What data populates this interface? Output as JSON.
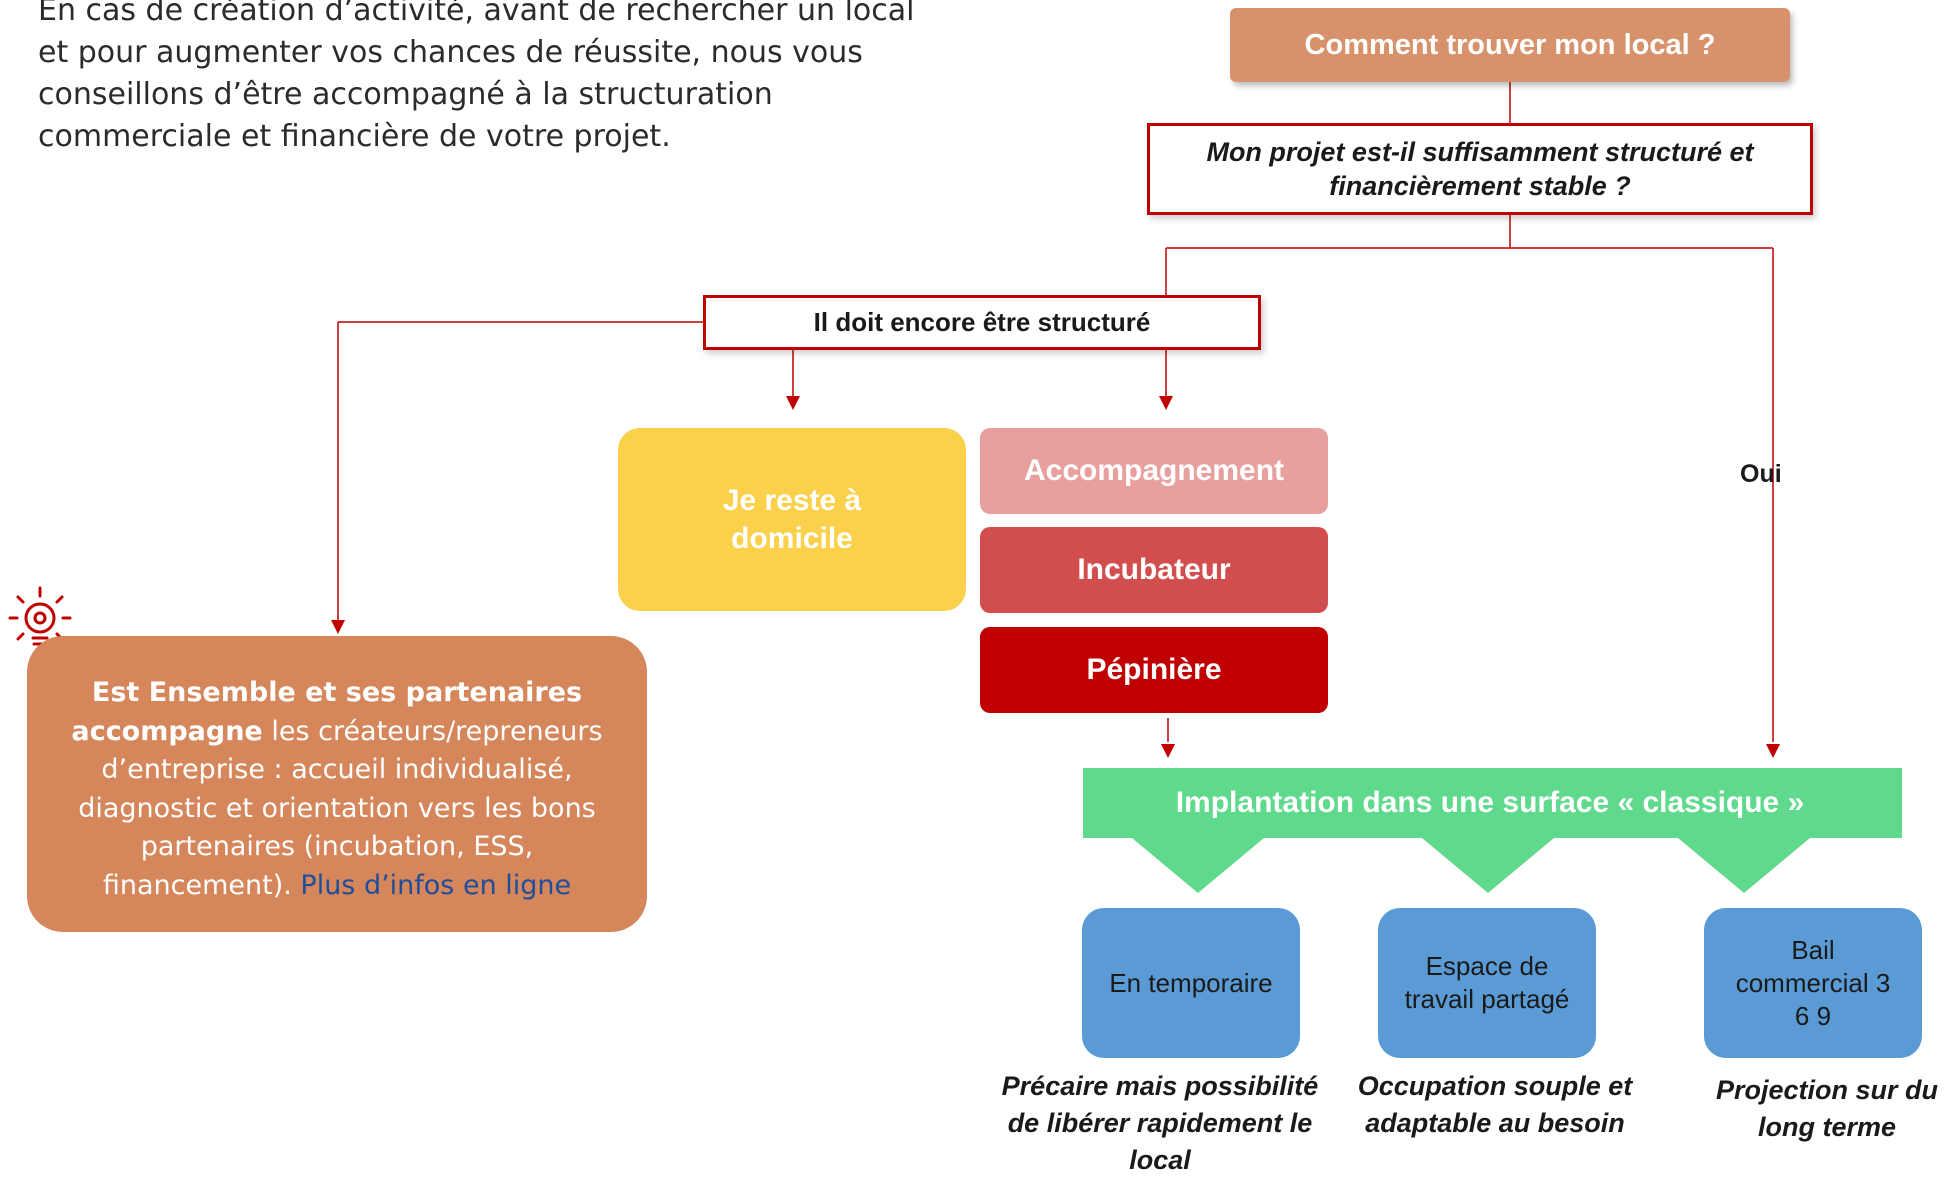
{
  "intro_text": "En cas de création d’activité, avant de rechercher un local et pour augmenter vos chances de réussite, nous vous conseillons d’être accompagné à la structuration commerciale et financière de votre projet.",
  "title_box": "Comment trouver mon local ?",
  "question_box": "Mon projet est-il suffisamment structuré et financièrement stable ?",
  "structure_box": "Il doit encore être structuré",
  "home_box": "Je reste à domicile",
  "stack": {
    "accompagnement": "Accompagnement",
    "incubateur": "Incubateur",
    "pepiniere": "Pépinière"
  },
  "oui_label": "Oui",
  "implantation_label": "Implantation dans une surface « classique »",
  "options": [
    {
      "label": "En temporaire",
      "caption": "Précaire mais possibilité de libérer rapidement le local"
    },
    {
      "label": "Espace de travail partagé",
      "caption": "Occupation souple et adaptable au besoin"
    },
    {
      "label": "Bail commercial 3 6 9",
      "caption": "Projection sur du long terme"
    }
  ],
  "info_box": {
    "bold_part": "Est Ensemble et ses partenaires accompagne",
    "text_part": " les créateurs/repreneurs d’entreprise : accueil individualisé, diagnostic et orientation vers les bons partenaires (incubation, ESS, financement). ",
    "link_text": "Plus d’infos en ligne"
  },
  "colors": {
    "accent_red": "#c00000",
    "title_orange": "#d8926b",
    "info_orange": "#d5865a",
    "home_yellow": "#fbd14b",
    "green": "#5fd98b",
    "blue": "#5b9bd5"
  },
  "icons": [
    "lightbulb-icon"
  ]
}
